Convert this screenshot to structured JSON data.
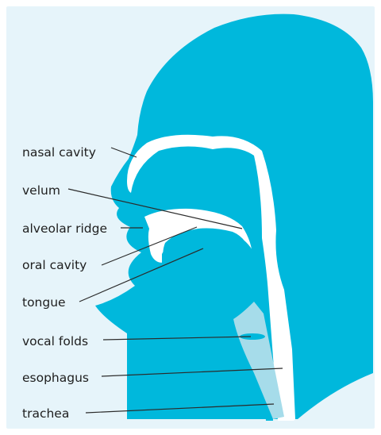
{
  "colors": {
    "background": "#e6f4fa",
    "head": "#00b8dc",
    "cavity": "#ffffff",
    "tract": "#a6dcea",
    "leader": "#2b2b2b",
    "text": "#1e1e1e"
  },
  "labels": {
    "nasal_cavity": "nasal cavity",
    "velum": "velum",
    "alveolar_ridge": "alveolar ridge",
    "oral_cavity": "oral cavity",
    "tongue": "tongue",
    "vocal_folds": "vocal folds",
    "esophagus": "esophagus",
    "trachea": "trachea"
  }
}
